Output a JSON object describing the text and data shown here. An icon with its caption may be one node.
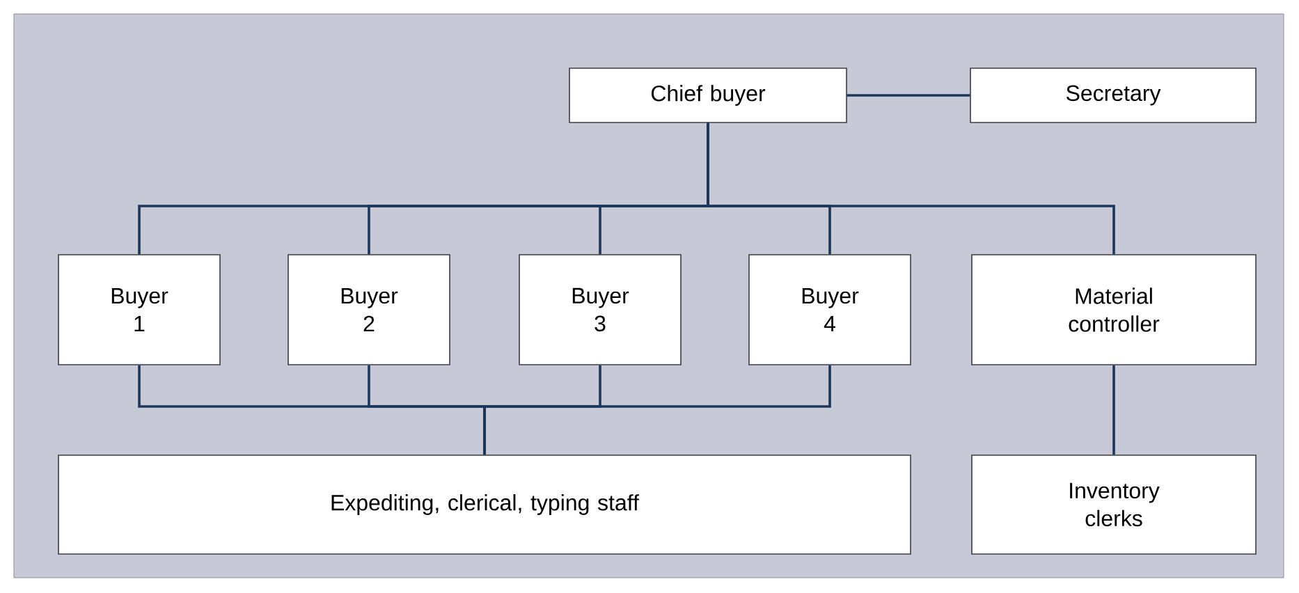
{
  "diagram": {
    "nodes": [
      {
        "text": [
          "Chief buyer"
        ]
      },
      {
        "text": [
          "Secretary"
        ]
      },
      {
        "text": [
          "Buyer 1"
        ]
      },
      {
        "text": [
          "Buyer 2"
        ]
      },
      {
        "text": [
          "Buyer 3"
        ]
      },
      {
        "text": [
          "Buyer 4"
        ]
      },
      {
        "text": [
          "Material controller"
        ]
      },
      {
        "text": [
          "Expediting, clerical, typing staff"
        ]
      },
      {
        "text": [
          "Inventory clerks"
        ]
      }
    ],
    "edges": [
      {
        "from": 0,
        "to": 1,
        "arrow": "none"
      },
      {
        "from": 0,
        "to": 2,
        "arrow": "none"
      },
      {
        "from": 0,
        "to": 3,
        "arrow": "none"
      },
      {
        "from": 0,
        "to": 4,
        "arrow": "none"
      },
      {
        "from": 0,
        "to": 5,
        "arrow": "none"
      },
      {
        "from": 0,
        "to": 6,
        "arrow": "none"
      },
      {
        "from": 2,
        "to": 7,
        "arrow": "none"
      },
      {
        "from": 3,
        "to": 7,
        "arrow": "none"
      },
      {
        "from": 4,
        "to": 7,
        "arrow": "none"
      },
      {
        "from": 5,
        "to": 7,
        "arrow": "none"
      },
      {
        "from": 6,
        "to": 8,
        "arrow": "none"
      }
    ]
  }
}
